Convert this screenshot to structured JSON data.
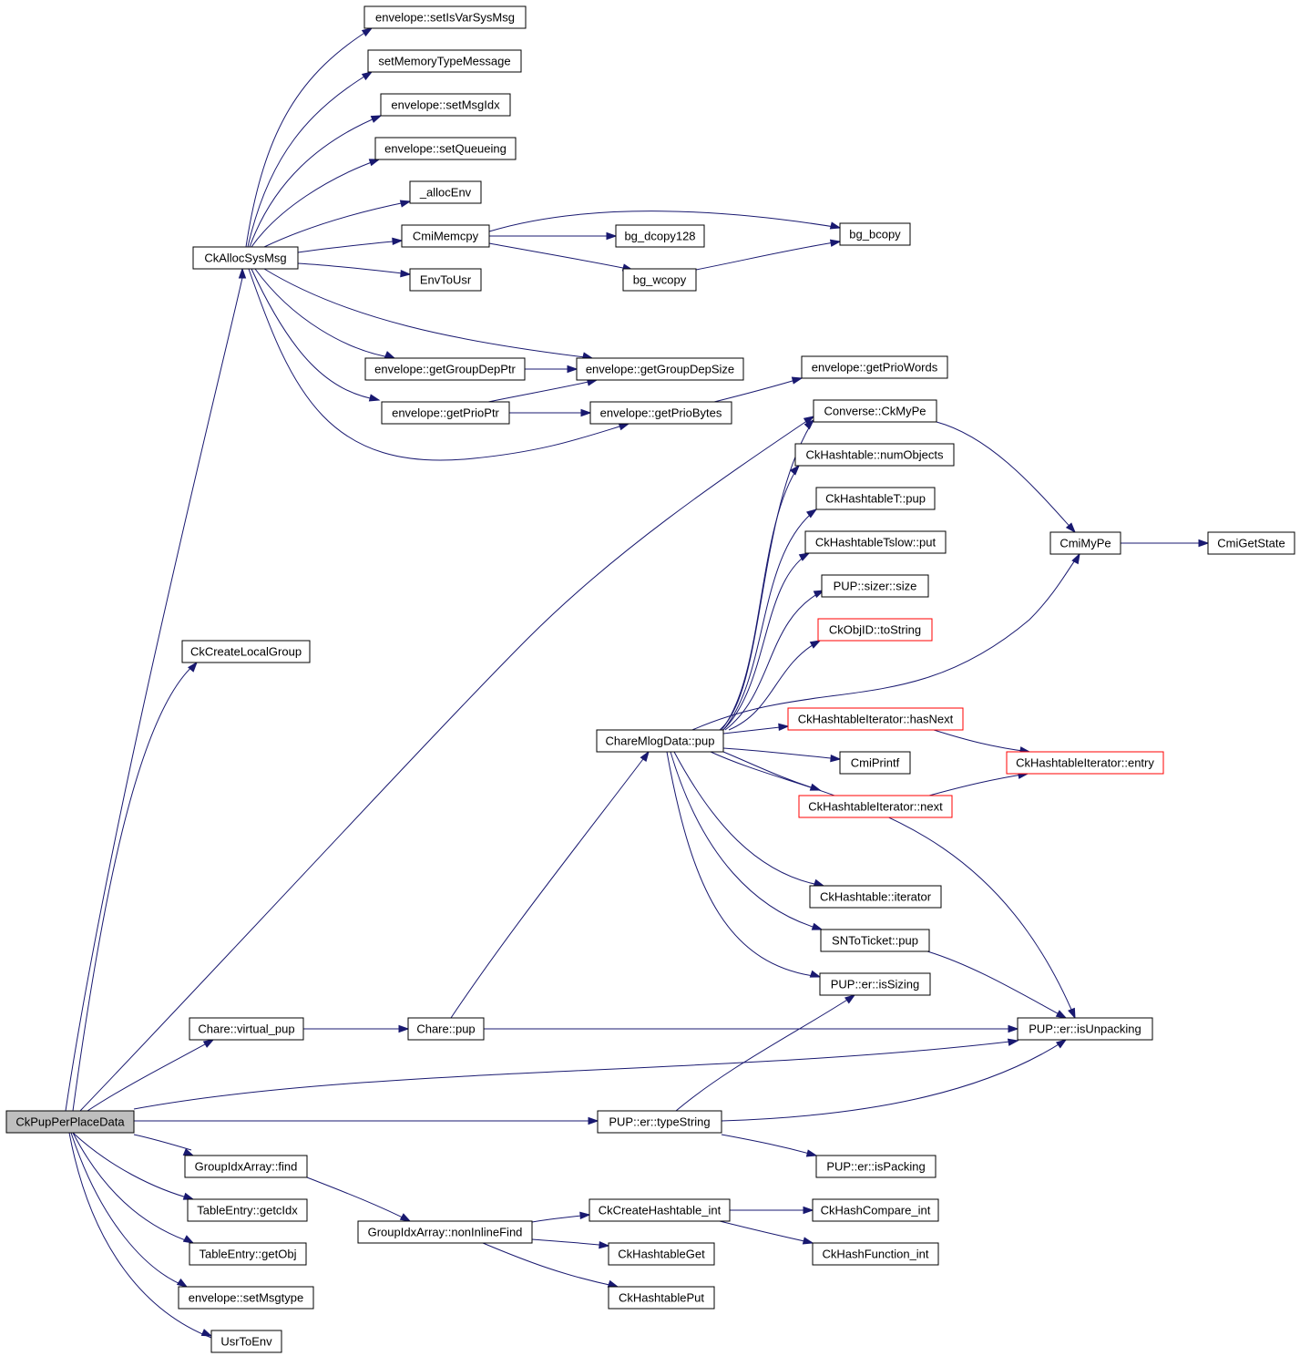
{
  "graph": {
    "nodes": {
      "n_root": "CkPupPerPlaceData",
      "n_ckalloc": "CkAllocSysMsg",
      "n_setisvar": "envelope::setIsVarSysMsg",
      "n_setmem": "setMemoryTypeMessage",
      "n_setmsgidx": "envelope::setMsgIdx",
      "n_setqueue": "envelope::setQueueing",
      "n_allocenv": "_allocEnv",
      "n_cmimemcpy": "CmiMemcpy",
      "n_bgdcopy": "bg_dcopy128",
      "n_bgbcopy": "bg_bcopy",
      "n_bgwcopy": "bg_wcopy",
      "n_envtousr": "EnvToUsr",
      "n_getgrpptr": "envelope::getGroupDepPtr",
      "n_getgrpsize": "envelope::getGroupDepSize",
      "n_getprioptr": "envelope::getPrioPtr",
      "n_getpriobytes": "envelope::getPrioBytes",
      "n_getpriowords": "envelope::getPrioWords",
      "n_convmype": "Converse::CkMyPe",
      "n_hashnumobj": "CkHashtable::numObjects",
      "n_hashtpup": "CkHashtableT::pup",
      "n_hashtslowput": "CkHashtableTslow::put",
      "n_sizersize": "PUP::sizer::size",
      "n_objidtostr": "CkObjID::toString",
      "n_iterhasnext": "CkHashtableIterator::hasNext",
      "n_iterentry": "CkHashtableIterator::entry",
      "n_iternext": "CkHashtableIterator::next",
      "n_cmiprintf": "CmiPrintf",
      "n_cmimype": "CmiMyPe",
      "n_cmigetstate": "CmiGetState",
      "n_cklocalgroup": "CkCreateLocalGroup",
      "n_charemlog": "ChareMlogData::pup",
      "n_hashiterator": "CkHashtable::iterator",
      "n_snpup": "SNToTicket::pup",
      "n_issizing": "PUP::er::isSizing",
      "n_chvirt": "Chare::virtual_pup",
      "n_charepup": "Chare::pup",
      "n_isunpacking": "PUP::er::isUnpacking",
      "n_typestring": "PUP::er::typeString",
      "n_ispacking": "PUP::er::isPacking",
      "n_grpfind": "GroupIdxArray::find",
      "n_nonfind": "GroupIdxArray::nonInlineFind",
      "n_tegetcidx": "TableEntry::getcIdx",
      "n_tegetobj": "TableEntry::getObj",
      "n_setmsgtype": "envelope::setMsgtype",
      "n_usrtoenv": "UsrToEnv",
      "n_crhashint": "CkCreateHashtable_int",
      "n_hashget": "CkHashtableGet",
      "n_hashput": "CkHashtablePut",
      "n_hashcmpint": "CkHashCompare_int",
      "n_hashfnint": "CkHashFunction_int"
    }
  }
}
